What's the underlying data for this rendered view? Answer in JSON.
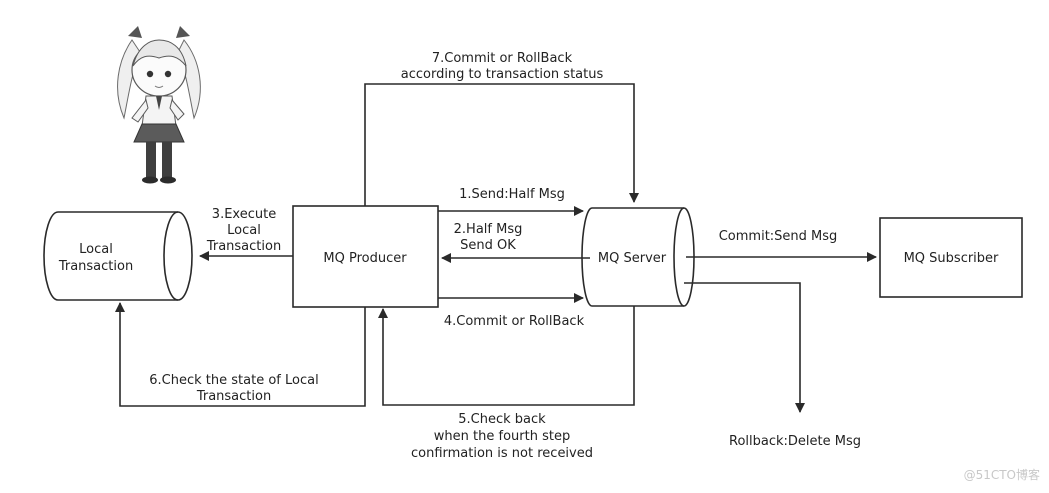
{
  "nodes": {
    "local_transaction": [
      "Local",
      "Transaction"
    ],
    "mq_producer": "MQ Producer",
    "mq_server": "MQ Server",
    "mq_subscriber": "MQ Subscriber"
  },
  "edges": {
    "step1": "1.Send:Half Msg",
    "step2": [
      "2.Half Msg",
      "Send OK"
    ],
    "step3": [
      "3.Execute",
      "Local",
      "Transaction"
    ],
    "step4": "4.Commit or RollBack",
    "step5": [
      "5.Check back",
      "when the fourth step",
      "confirmation is not received"
    ],
    "step6": [
      "6.Check the state of Local",
      "Transaction"
    ],
    "step7": [
      "7.Commit or RollBack",
      "according to transaction status"
    ],
    "commit": "Commit:Send Msg",
    "rollback": "Rollback:Delete Msg"
  },
  "watermark": "@51CTO博客",
  "mascot_icon": "anime-girl-illustration"
}
